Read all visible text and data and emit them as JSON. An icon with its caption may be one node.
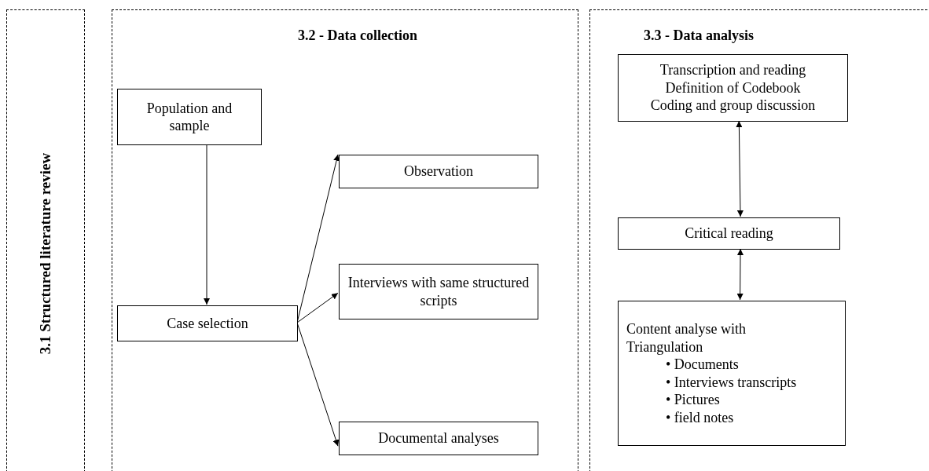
{
  "diagram": {
    "nodes": [
      {
        "text": [
          "3.1 Structured literature review"
        ]
      },
      {
        "text": [
          "3.2 - Data collection"
        ]
      },
      {
        "text": [
          "Population and sample"
        ],
        "in": 1
      },
      {
        "text": [
          "Case selection"
        ],
        "in": 1
      },
      {
        "text": [
          "Observation"
        ],
        "in": 1
      },
      {
        "text": [
          "Interviews with same structured scripts"
        ],
        "in": 1
      },
      {
        "text": [
          "Documental analyses"
        ],
        "in": 1
      },
      {
        "text": [
          "3.3 - Data analysis"
        ]
      },
      {
        "text": [
          "Transcription  and reading",
          "Definition of Codebook",
          "Coding and group discussion"
        ],
        "in": 7
      },
      {
        "text": [
          "Critical  reading"
        ],
        "in": 7
      },
      {
        "text": [
          "Content analyse with Triangulation",
          "• Documents",
          "• Interviews transcripts",
          "• Pictures",
          "• field notes"
        ],
        "in": 7
      }
    ],
    "edges": [
      {
        "from": 2,
        "to": 3,
        "arrow": "to"
      },
      {
        "from": 3,
        "to": 4,
        "arrow": "to"
      },
      {
        "from": 3,
        "to": 5,
        "arrow": "to"
      },
      {
        "from": 3,
        "to": 6,
        "arrow": "to"
      },
      {
        "from": 8,
        "to": 9,
        "arrow": "both"
      },
      {
        "from": 9,
        "to": 10,
        "arrow": "both"
      }
    ]
  }
}
